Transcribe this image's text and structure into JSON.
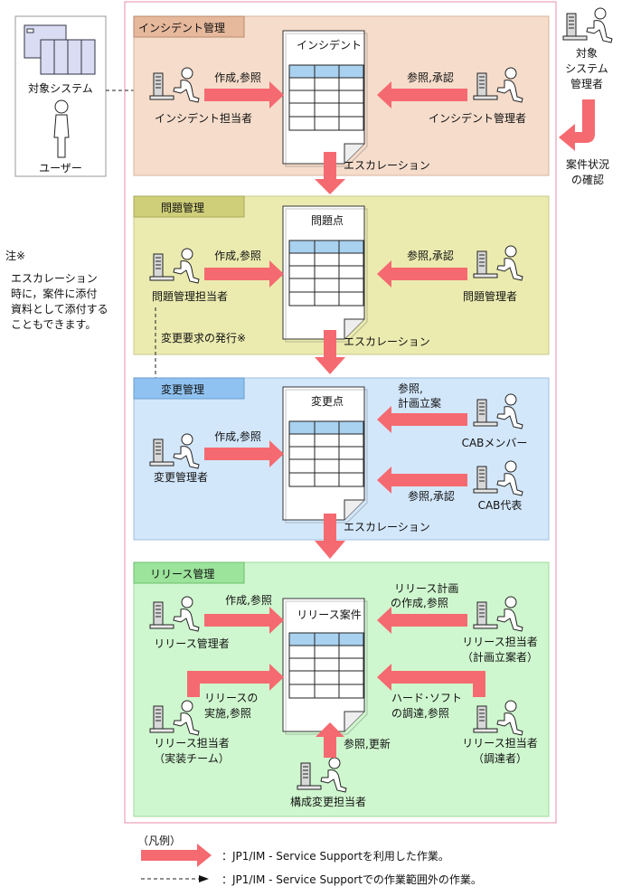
{
  "colors": {
    "incident_bg": "#f5dccb",
    "incident_tab": "#e6b89c",
    "problem_bg": "#ebebb0",
    "problem_tab": "#cfcf7a",
    "change_bg": "#d3e7fb",
    "change_tab": "#8fc2f0",
    "release_bg": "#cff7cf",
    "release_tab": "#9ce49c",
    "arrow": "#f56a70",
    "frame": "#e88ea8"
  },
  "external": {
    "target_system": "対象システム",
    "user": "ユーザー",
    "system_admin_lines": [
      "対象",
      "システム",
      "管理者"
    ],
    "check_lines": [
      "案件状況",
      "の確認"
    ]
  },
  "incident": {
    "title": "インシデント管理",
    "doc": "インシデント",
    "left_role": "インシデント担当者",
    "right_role": "インシデント管理者",
    "left_action": "作成,参照",
    "right_action": "参照,承認"
  },
  "problem": {
    "title": "問題管理",
    "doc": "問題点",
    "left_role": "問題管理担当者",
    "right_role": "問題管理者",
    "left_action": "作成,参照",
    "right_action": "参照,承認",
    "change_request": "変更要求の発行※"
  },
  "change": {
    "title": "変更管理",
    "doc": "変更点",
    "left_role": "変更管理者",
    "left_action": "作成,参照",
    "right_role_top": "CABメンバー",
    "right_action_top_lines": [
      "参照,",
      "計画立案"
    ],
    "right_role_bottom": "CAB代表",
    "right_action_bottom": "参照,承認"
  },
  "release": {
    "title": "リリース管理",
    "doc": "リリース案件",
    "role_manager": "リリース管理者",
    "action_manager": "作成,参照",
    "role_plan_lines": [
      "リリース担当者",
      "（計画立案者）"
    ],
    "action_plan_lines": [
      "リリース計画",
      "の作成,参照"
    ],
    "role_impl_lines": [
      "リリース担当者",
      "（実装チーム）"
    ],
    "action_impl_lines": [
      "リリースの",
      "実施,参照"
    ],
    "role_proc_lines": [
      "リリース担当者",
      "（調達者）"
    ],
    "action_proc_lines": [
      "ハード･ソフト",
      "の調達,参照"
    ],
    "role_config": "構成変更担当者",
    "action_config": "参照,更新"
  },
  "escalation": "エスカレーション",
  "note": {
    "title": "注※",
    "lines": [
      "エスカレーション",
      "時に，案件に添付",
      "資料として添付する",
      "こともできます。"
    ]
  },
  "legend": {
    "title": "（凡例）",
    "solid": "：JP1/IM - Service Supportを利用した作業。",
    "dashed": "：JP1/IM - Service Supportでの作業範囲外の作業。"
  }
}
